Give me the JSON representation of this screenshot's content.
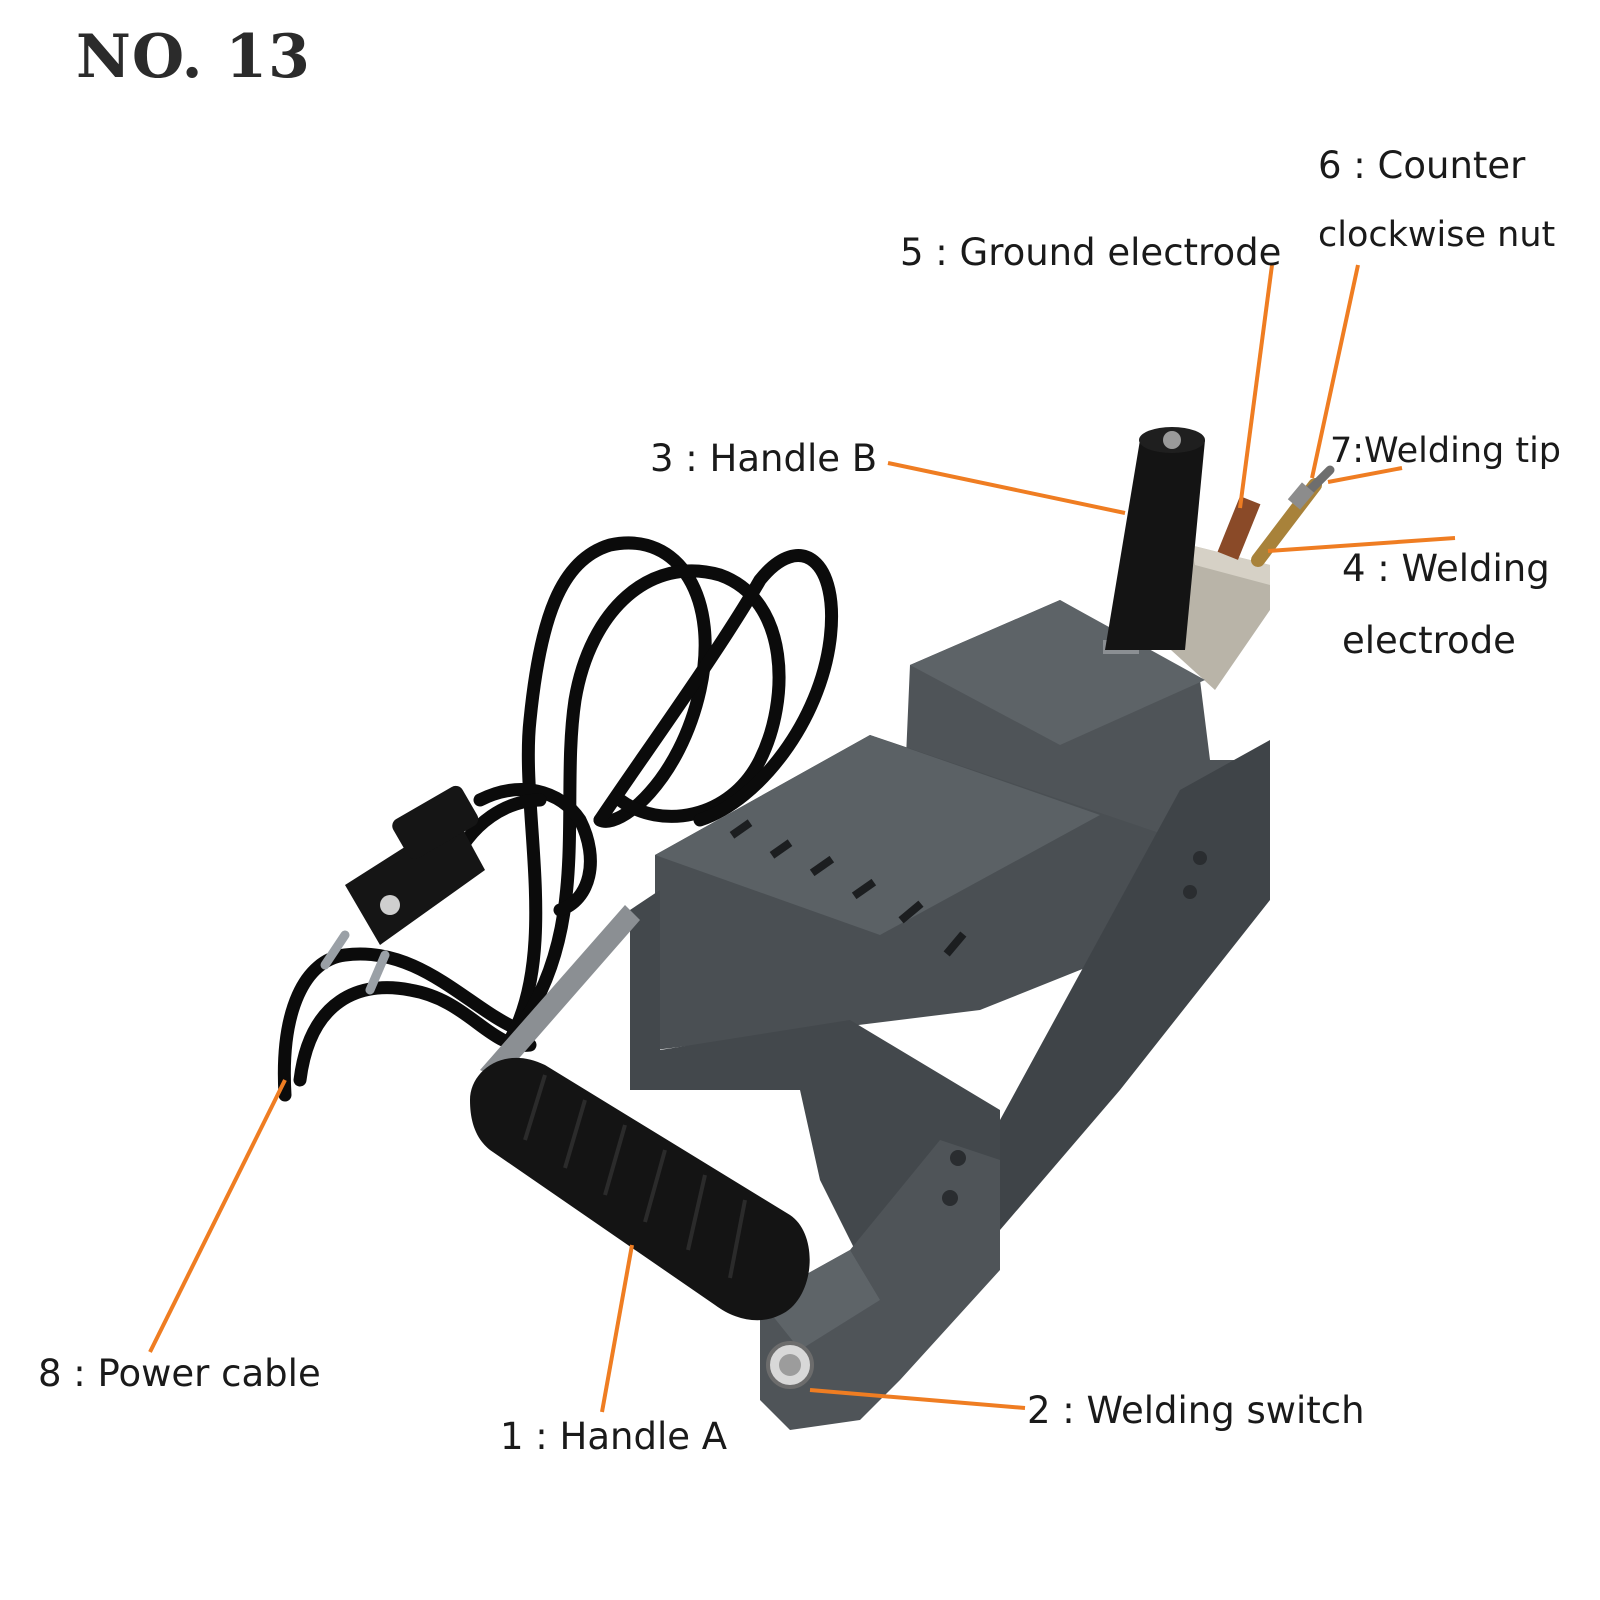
{
  "title": "NO. 13",
  "callouts": {
    "handle_a": "1 : Handle A",
    "welding_switch": "2 : Welding switch",
    "handle_b": "3 : Handle B",
    "welding_electrode_1": "4 : Welding",
    "welding_electrode_2": "electrode",
    "ground_electrode": "5 : Ground electrode",
    "counter_nut_1": "6 : Counter",
    "counter_nut_2": "clockwise nut",
    "welding_tip": "7:Welding tip",
    "power_cable": "8 : Power cable"
  },
  "colors": {
    "leader": "#ef7d22",
    "body": "#4f5458",
    "body_dark": "#3a3e42",
    "rubber": "#141414",
    "cable": "#0b0b0b",
    "plate": "#b9b4a8",
    "copper": "#8a4a28"
  }
}
